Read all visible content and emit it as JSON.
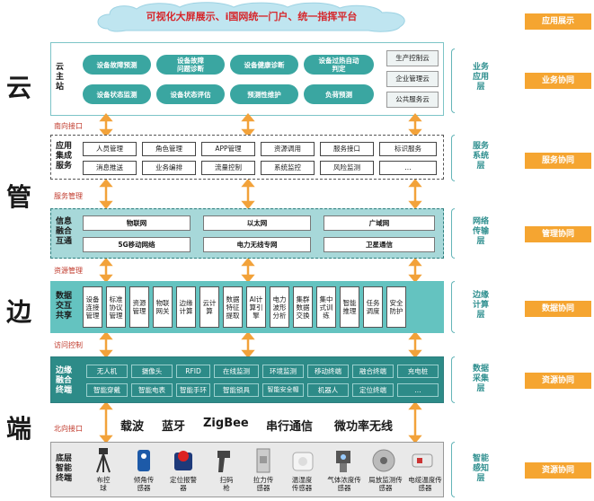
{
  "banner": {
    "title": "可视化大屏展示、i国网统一门户、统一指挥平台"
  },
  "left_chars": [
    "云",
    "管",
    "边",
    "端"
  ],
  "cloud_layer": {
    "title": "云\n主\n站",
    "apps": [
      "设备故障预测",
      "设备故障\n问题诊断",
      "设备健康诊断",
      "设备过热自动\n判定",
      "设备状态监测",
      "设备状态评估",
      "预测性维护",
      "负荷预测"
    ],
    "clouds": [
      "生产控制云",
      "企业管理云",
      "公共服务云"
    ]
  },
  "interfaces": {
    "south": "南向接口",
    "service_mgmt": "服务管理",
    "resource_mgmt": "资源管理",
    "access_ctrl": "访问控制",
    "north": "北向接口"
  },
  "service_layer": {
    "title": "应用\n集成\n服务",
    "items": [
      "人员管理",
      "角色管理",
      "APP管理",
      "资源调用",
      "服务接口",
      "标识服务",
      "消息推送",
      "业务编排",
      "流量控制",
      "系统监控",
      "风险监测",
      "..."
    ]
  },
  "network_layer": {
    "title": "信息\n融合\n互通",
    "items": [
      "物联网",
      "以太网",
      "广域网",
      "5G移动网络",
      "电力无线专网",
      "卫星通信"
    ]
  },
  "edge_layer": {
    "title": "数据\n交互\n共享",
    "items": [
      "设备\n连接\n管理",
      "标准\n协议\n管理",
      "资源\n管理",
      "物联\n网关",
      "边缘\n计算",
      "云计\n算",
      "数据\n特征\n提取",
      "AI计\n算引\n擎",
      "电力\n波形\n分析",
      "集群\n数据\n交换",
      "集中\n式训\n练",
      "智能\n推理",
      "任务\n调度",
      "安全\n防护"
    ]
  },
  "collect_layer": {
    "title": "边缘\n融合\n终端",
    "items": [
      "无人机",
      "摄像头",
      "RFID",
      "在线监测",
      "环境监测",
      "移动终端",
      "融合终端",
      "充电桩",
      "智能穿戴",
      "智能电表",
      "智能手环",
      "智能锁具",
      "智能安全帽",
      "机器人",
      "定位终端",
      "..."
    ]
  },
  "protocols": [
    "载波",
    "蓝牙",
    "ZigBee",
    "串行通信",
    "微功率无线"
  ],
  "sense_layer": {
    "title": "底层\n智能\n终端",
    "devices": [
      "布控\n球",
      "倾角传\n感器",
      "定位报警\n器",
      "扫码\n枪",
      "拉力传\n感器",
      "温湿度\n传感器",
      "气体浓度传\n感器",
      "局放监测传\n感器",
      "电缆温度传\n感器"
    ]
  },
  "right_layers": [
    "业务\n应用\n层",
    "服务\n系统\n层",
    "网络\n传输\n层",
    "边缘\n计算\n层",
    "数据\n采集\n层",
    "智能\n感知\n层"
  ],
  "right_badges": [
    "应用展示",
    "业务协同",
    "服务协同",
    "管理协同",
    "数据协同",
    "资源协同",
    "资源协同"
  ],
  "colors": {
    "accent": "#f5a531",
    "teal": "#3aa6a1",
    "banner_text": "#d6262b"
  }
}
